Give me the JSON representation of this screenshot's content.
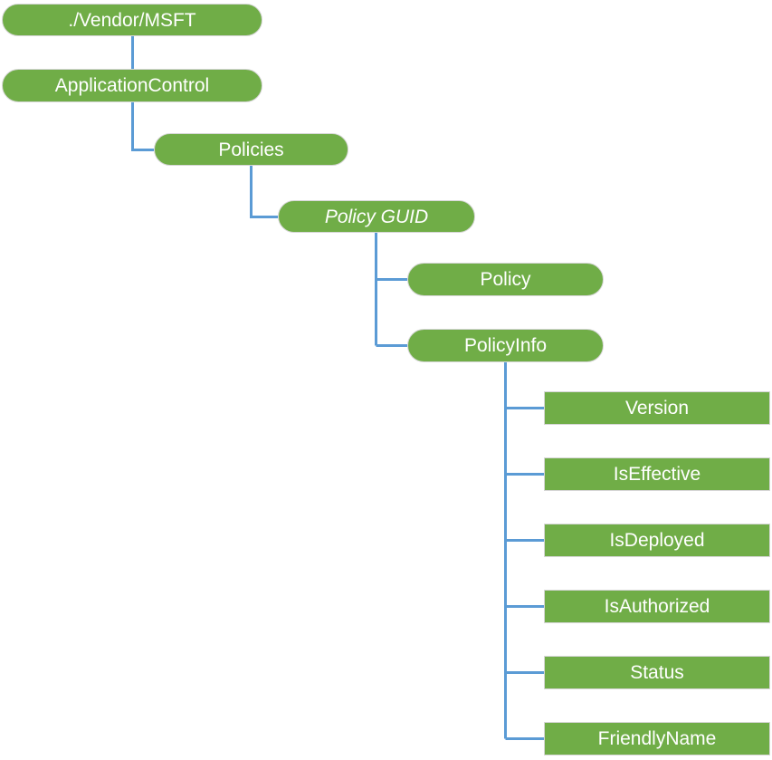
{
  "diagram": {
    "type": "tree",
    "description_colors": {
      "node_fill": "#70ad47",
      "connector": "#5b9bd5",
      "node_text": "#ffffff",
      "node_border": "#d6d6d6"
    },
    "nodes": [
      {
        "id": "vendor-msft",
        "label": "./Vendor/MSFT",
        "shape": "pill",
        "italic": false,
        "parent": null
      },
      {
        "id": "application-control",
        "label": "ApplicationControl",
        "shape": "pill",
        "italic": false,
        "parent": "vendor-msft"
      },
      {
        "id": "policies",
        "label": "Policies",
        "shape": "pill",
        "italic": false,
        "parent": "application-control"
      },
      {
        "id": "policy-guid",
        "label": "Policy GUID",
        "shape": "pill",
        "italic": true,
        "parent": "policies"
      },
      {
        "id": "policy",
        "label": "Policy",
        "shape": "pill",
        "italic": false,
        "parent": "policy-guid"
      },
      {
        "id": "policy-info",
        "label": "PolicyInfo",
        "shape": "pill",
        "italic": false,
        "parent": "policy-guid"
      },
      {
        "id": "version",
        "label": "Version",
        "shape": "rect",
        "italic": false,
        "parent": "policy-info"
      },
      {
        "id": "is-effective",
        "label": "IsEffective",
        "shape": "rect",
        "italic": false,
        "parent": "policy-info"
      },
      {
        "id": "is-deployed",
        "label": "IsDeployed",
        "shape": "rect",
        "italic": false,
        "parent": "policy-info"
      },
      {
        "id": "is-authorized",
        "label": "IsAuthorized",
        "shape": "rect",
        "italic": false,
        "parent": "policy-info"
      },
      {
        "id": "status",
        "label": "Status",
        "shape": "rect",
        "italic": false,
        "parent": "policy-info"
      },
      {
        "id": "friendly-name",
        "label": "FriendlyName",
        "shape": "rect",
        "italic": false,
        "parent": "policy-info"
      }
    ]
  }
}
